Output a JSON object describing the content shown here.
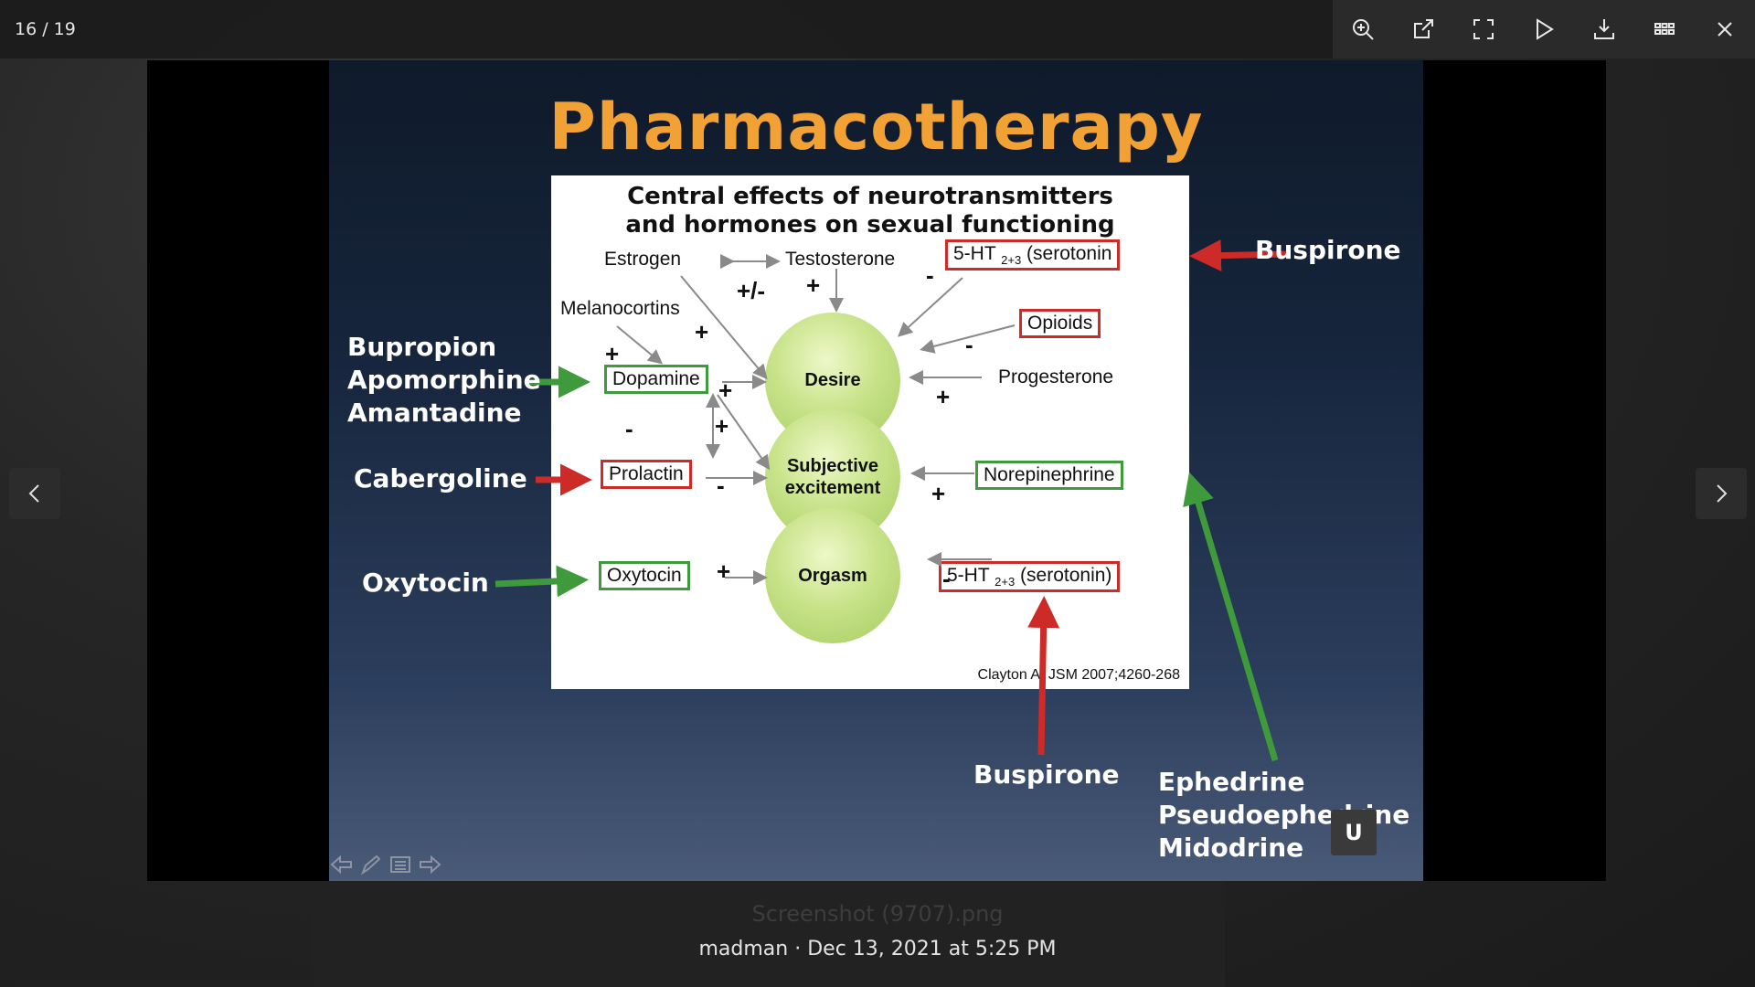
{
  "viewer": {
    "counter": "16 / 19"
  },
  "toolbar": {
    "tools": [
      "zoom-in-icon",
      "open-external-icon",
      "fullscreen-icon",
      "slideshow-play-icon",
      "download-icon",
      "grid-view-icon",
      "close-icon"
    ]
  },
  "slide": {
    "title": "Pharmacotherapy",
    "figure": {
      "title_line1": "Central effects of neurotransmitters",
      "title_line2": "and hormones on sexual functioning",
      "estrogen": "Estrogen",
      "testosterone": "Testosterone",
      "plus_minus": "+/-",
      "melanocortins": "Melanocortins",
      "progesterone": "Progesterone",
      "serotonin_top_prefix": "5-HT",
      "serotonin_top_sub": "2+3",
      "serotonin_top_suffix": "(serotonin",
      "opioids": "Opioids",
      "dopamine": "Dopamine",
      "prolactin": "Prolactin",
      "oxytocin": "Oxytocin",
      "norepinephrine": "Norepinephrine",
      "serotonin_bottom_prefix": "5-HT",
      "serotonin_bottom_sub": "2+3",
      "serotonin_bottom_suffix": "(serotonin)",
      "desire": "Desire",
      "subjective_line1": "Subjective",
      "subjective_line2": "excitement",
      "orgasm": "Orgasm",
      "citation": "Clayton A. JSM 2007;4260-268",
      "plus": "+",
      "minus": "-"
    },
    "drugs": {
      "buspirone_top": "Buspirone",
      "bupropion": "Bupropion",
      "apomorphine": "Apomorphine",
      "amantadine": "Amantadine",
      "cabergoline": "Cabergoline",
      "oxytocin": "Oxytocin",
      "buspirone_bottom": "Buspirone",
      "ephedrine": "Ephedrine",
      "pseudoephedrine": "Pseudoephedrine",
      "midodrine": "Midodrine"
    },
    "badge": "U"
  },
  "caption": {
    "filename": "Screenshot (9707).png",
    "meta": "madman · Dec 13, 2021 at 5:25 PM"
  },
  "colors": {
    "title": "#f2a134",
    "red": "#cc2b27",
    "green": "#3e9a3a"
  }
}
